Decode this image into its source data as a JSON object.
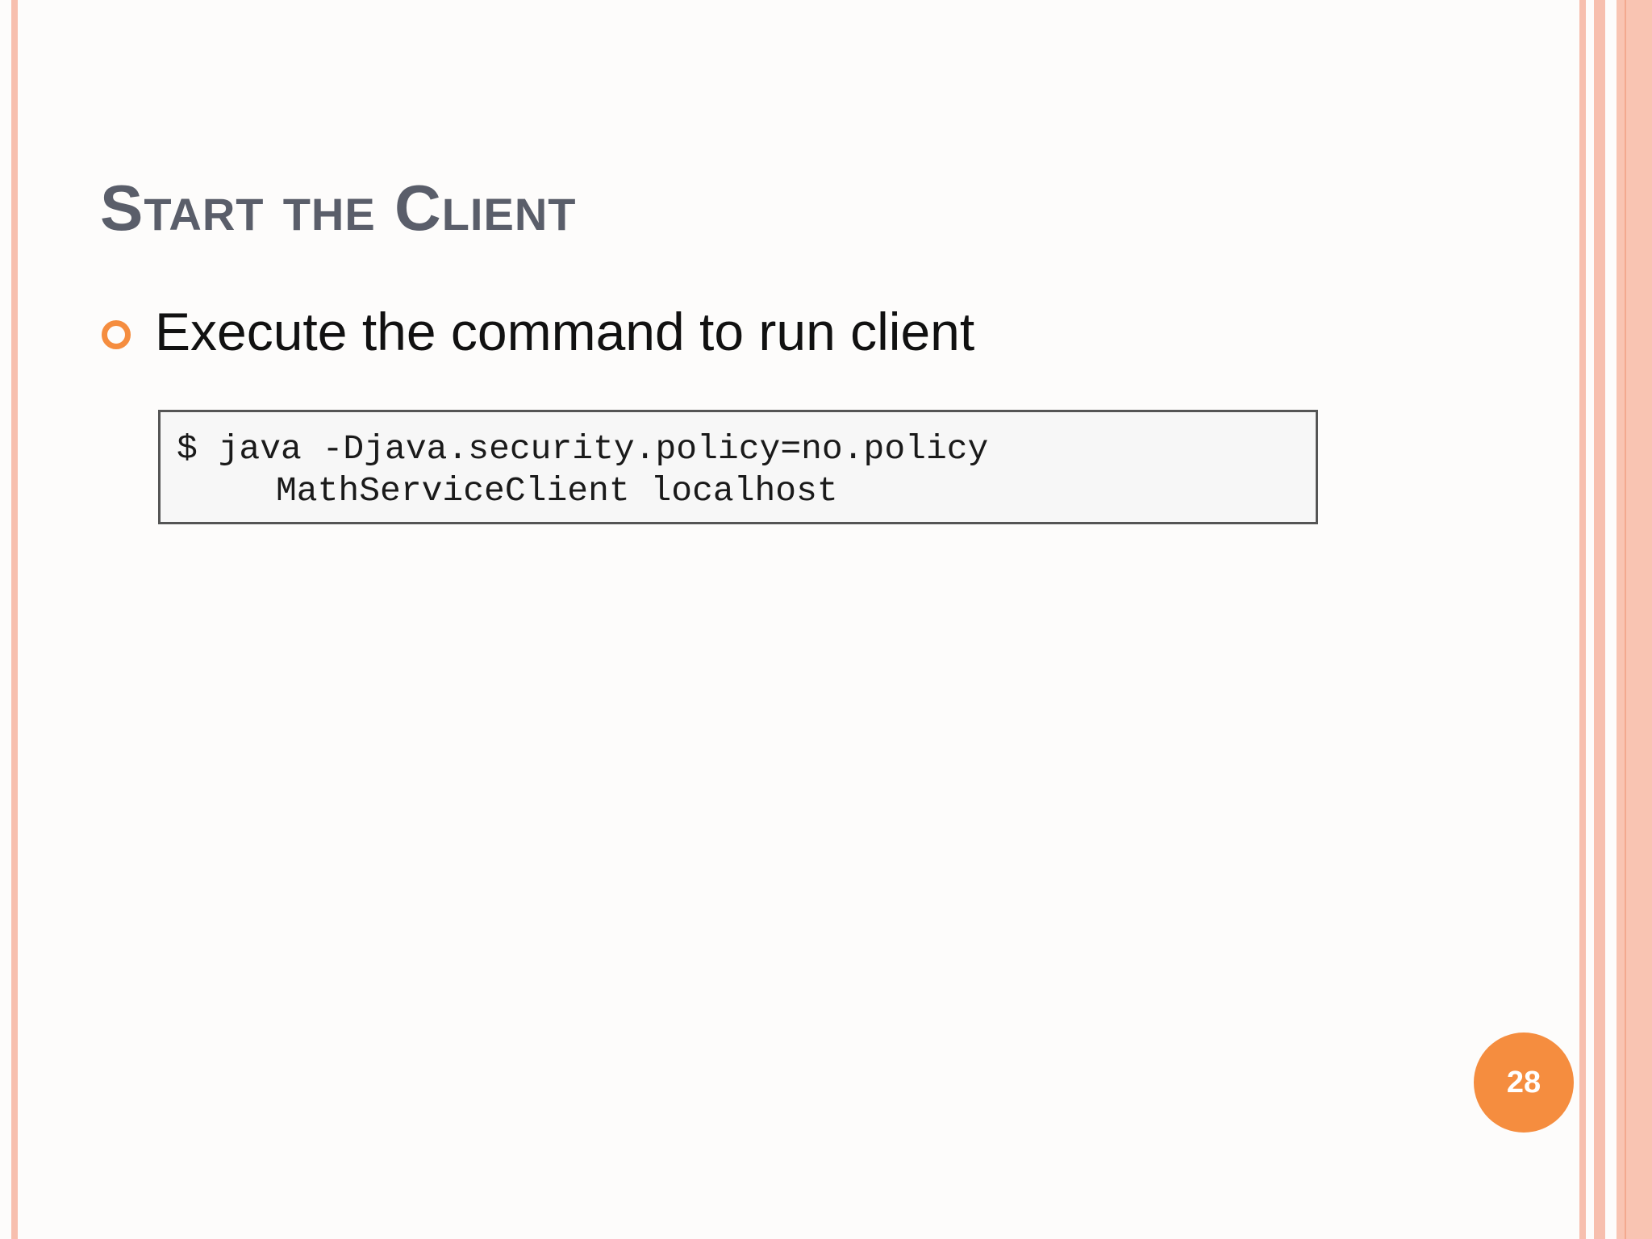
{
  "slide": {
    "title": "Start the Client",
    "bullets": [
      {
        "text": "Execute the command to run client"
      }
    ],
    "code": {
      "lines": [
        "$ java -Djava.security.policy=no.policy",
        "MathServiceClient localhost"
      ]
    },
    "page_number": "28"
  },
  "colors": {
    "accent": "#f58d3f",
    "title": "#5a5e6a",
    "stripe": "#f7bfae"
  },
  "icons": {
    "bullet": "hollow-circle-icon"
  }
}
